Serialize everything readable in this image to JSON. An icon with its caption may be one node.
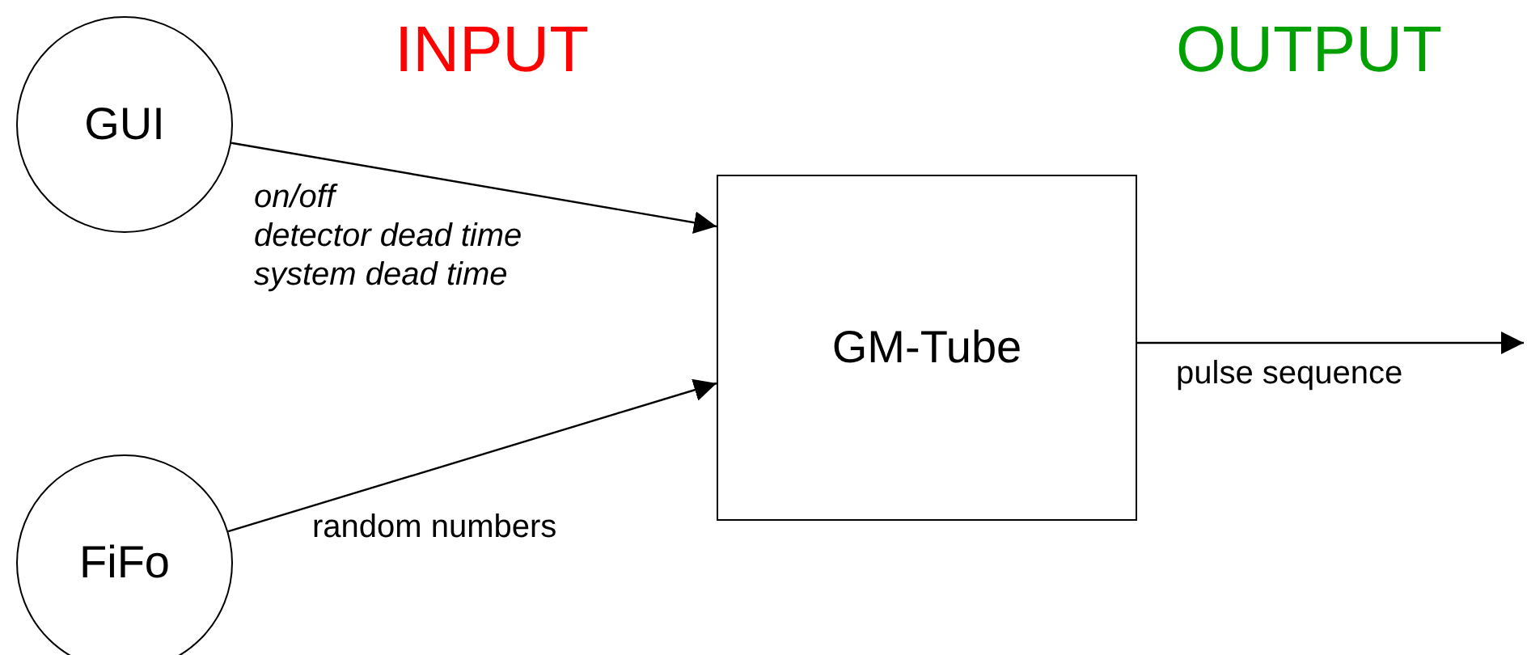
{
  "diagram": {
    "nodes": [
      {
        "text": [
          "GUI"
        ]
      },
      {
        "text": [
          "GM-Tube"
        ]
      },
      {
        "text": [
          "FiFo"
        ]
      }
    ],
    "edges": [
      {
        "from": 0,
        "to": 1,
        "arrow": "to"
      },
      {
        "from": 2,
        "to": 1,
        "label": "random numbers",
        "arrow": "to"
      },
      {
        "from": 1,
        "to": null,
        "label": "pulse sequence",
        "arrow": "to"
      }
    ],
    "labels": [
      "INPUT",
      "OUTPUT",
      "on/off",
      "detector dead time",
      "system dead time"
    ]
  }
}
